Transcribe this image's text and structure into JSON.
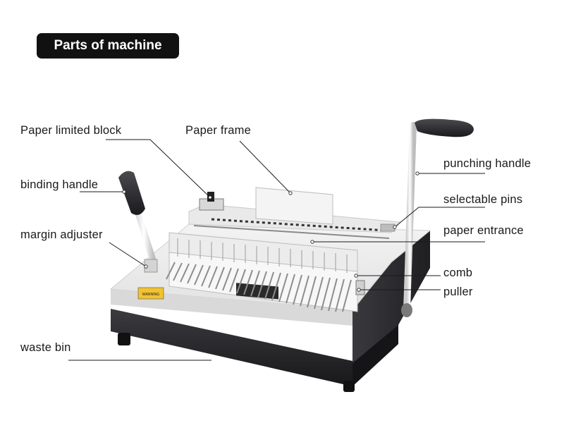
{
  "title": "Parts of machine",
  "labels": {
    "paper_limited_block": "Paper limited block",
    "paper_frame": "Paper frame",
    "binding_handle": "binding handle",
    "margin_adjuster": "margin adjuster",
    "waste_bin": "waste bin",
    "punching_handle": "punching handle",
    "selectable_pins": "selectable pins",
    "paper_entrance": "paper entrance",
    "comb": "comb",
    "puller": "puller"
  },
  "warning_sticker": "WARNING"
}
